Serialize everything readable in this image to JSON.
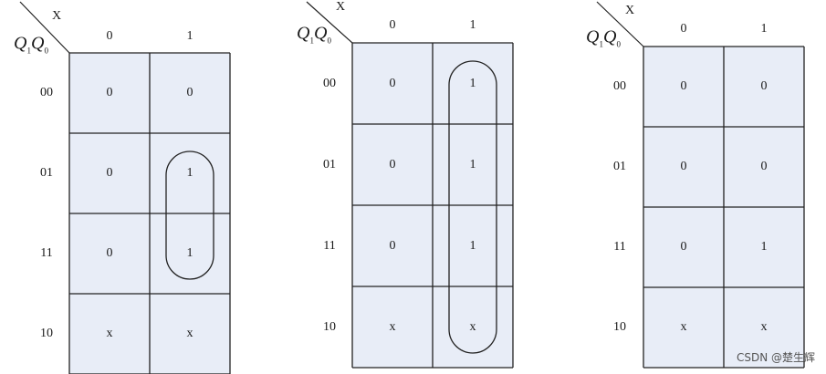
{
  "maps": [
    {
      "x_var": "X",
      "row_var": "Q",
      "row_var_subs": [
        "1",
        "0"
      ],
      "columns": [
        "0",
        "1"
      ],
      "rows": [
        "00",
        "01",
        "11",
        "10"
      ],
      "cells": [
        [
          "0",
          "0"
        ],
        [
          "0",
          "1"
        ],
        [
          "0",
          "1"
        ],
        [
          "x",
          "x"
        ]
      ],
      "loops": [
        {
          "col": 1,
          "row_start": 1,
          "row_end": 2
        }
      ]
    },
    {
      "x_var": "X",
      "row_var": "Q",
      "row_var_subs": [
        "1",
        "0"
      ],
      "columns": [
        "0",
        "1"
      ],
      "rows": [
        "00",
        "01",
        "11",
        "10"
      ],
      "cells": [
        [
          "0",
          "1"
        ],
        [
          "0",
          "1"
        ],
        [
          "0",
          "1"
        ],
        [
          "x",
          "x"
        ]
      ],
      "loops": [
        {
          "col": 1,
          "row_start": 0,
          "row_end": 3
        }
      ]
    },
    {
      "x_var": "X",
      "row_var": "Q",
      "row_var_subs": [
        "1",
        "0"
      ],
      "columns": [
        "0",
        "1"
      ],
      "rows": [
        "00",
        "01",
        "11",
        "10"
      ],
      "cells": [
        [
          "0",
          "0"
        ],
        [
          "0",
          "0"
        ],
        [
          "0",
          "1"
        ],
        [
          "x",
          "x"
        ]
      ],
      "loops": []
    }
  ],
  "watermark": "CSDN @楚生辉"
}
